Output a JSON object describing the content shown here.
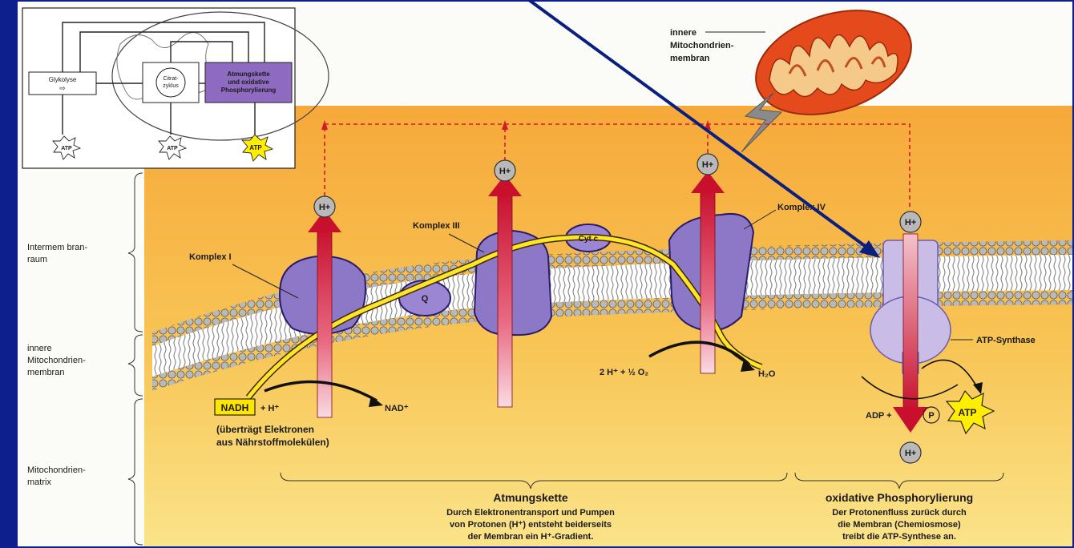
{
  "inset": {
    "glykolyse": "Glykolyse",
    "citrat_line1": "Citrat-",
    "citrat_line2": "zyklus",
    "atmung_line1": "Atmungskette",
    "atmung_line2": "und oxidative",
    "atmung_line3": "Phosphorylierung",
    "atp": "ATP"
  },
  "mito_label": {
    "line1": "innere",
    "line2": "Mitochondrien-",
    "line3": "membran"
  },
  "side_labels": {
    "intermembran_1": "Intermem bran-",
    "intermembran_2": "raum",
    "innere_1": "innere",
    "innere_2": "Mitochondrien-",
    "innere_3": "membran",
    "matrix_1": "Mitochondrien-",
    "matrix_2": "matrix"
  },
  "complexes": {
    "k1": "Komplex I",
    "k3": "Komplex III",
    "k4": "Komplex IV",
    "q": "Q",
    "cytc": "Cyt c",
    "atp_synthase": "ATP-Synthase"
  },
  "ions": {
    "h_plus": "H+"
  },
  "reactions": {
    "nadh": "NADH",
    "plus_h": "+ H⁺",
    "nad": "NAD⁺",
    "nadh_note_1": "(überträgt Elektronen",
    "nadh_note_2": "aus Nährstoffmolekülen)",
    "oxygen": "2 H⁺ + ½ O₂",
    "water": "H₂O",
    "adp": "ADP +",
    "p": "P",
    "atp": "ATP"
  },
  "captions": {
    "atmungskette_title": "Atmungskette",
    "atmungskette_1": "Durch Elektronentransport und Pumpen",
    "atmungskette_2": "von Protonen (H⁺) entsteht beiderseits",
    "atmungskette_3": "der Membran ein H⁺-Gradient.",
    "oxphos_title": "oxidative Phosphorylierung",
    "oxphos_1": "Der Protonenfluss zurück durch",
    "oxphos_2": "die Membran (Chemiosmose)",
    "oxphos_3": "treibt die ATP-Synthese an."
  }
}
